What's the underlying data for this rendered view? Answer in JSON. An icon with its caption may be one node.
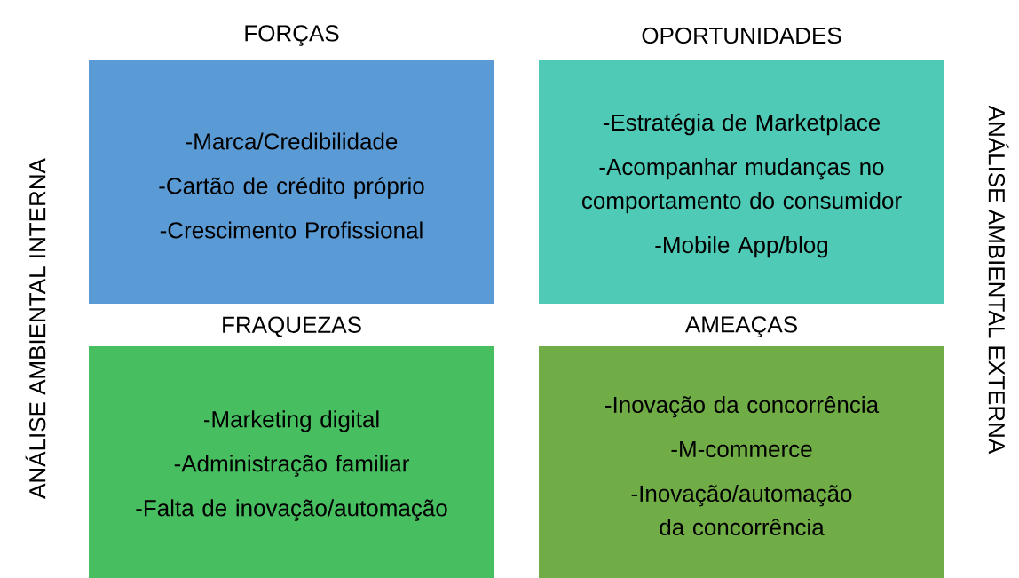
{
  "diagram": {
    "nodes": [
      {
        "text": [
          "FORÇAS",
          "-Marca/Credibilidade",
          "-Cartão de crédito próprio",
          "-Crescimento Profissional"
        ]
      },
      {
        "text": [
          "OPORTUNIDADES",
          "-Estratégia de Marketplace",
          "-Acompanhar mudanças no comportamento do consumidor",
          "-Mobile App/blog"
        ]
      },
      {
        "text": [
          "FRAQUEZAS",
          "-Marketing digital",
          "-Administração familiar",
          "-Falta de inovação/automação"
        ]
      },
      {
        "text": [
          "AMEAÇAS",
          "-Inovação da concorrência",
          "-M-commerce",
          "-Inovação/automação da concorrência"
        ]
      }
    ],
    "labels": [
      "ANÁLISE AMBIENTAL INTERNA",
      "ANÁLISE AMBIENTAL EXTERNA"
    ]
  }
}
